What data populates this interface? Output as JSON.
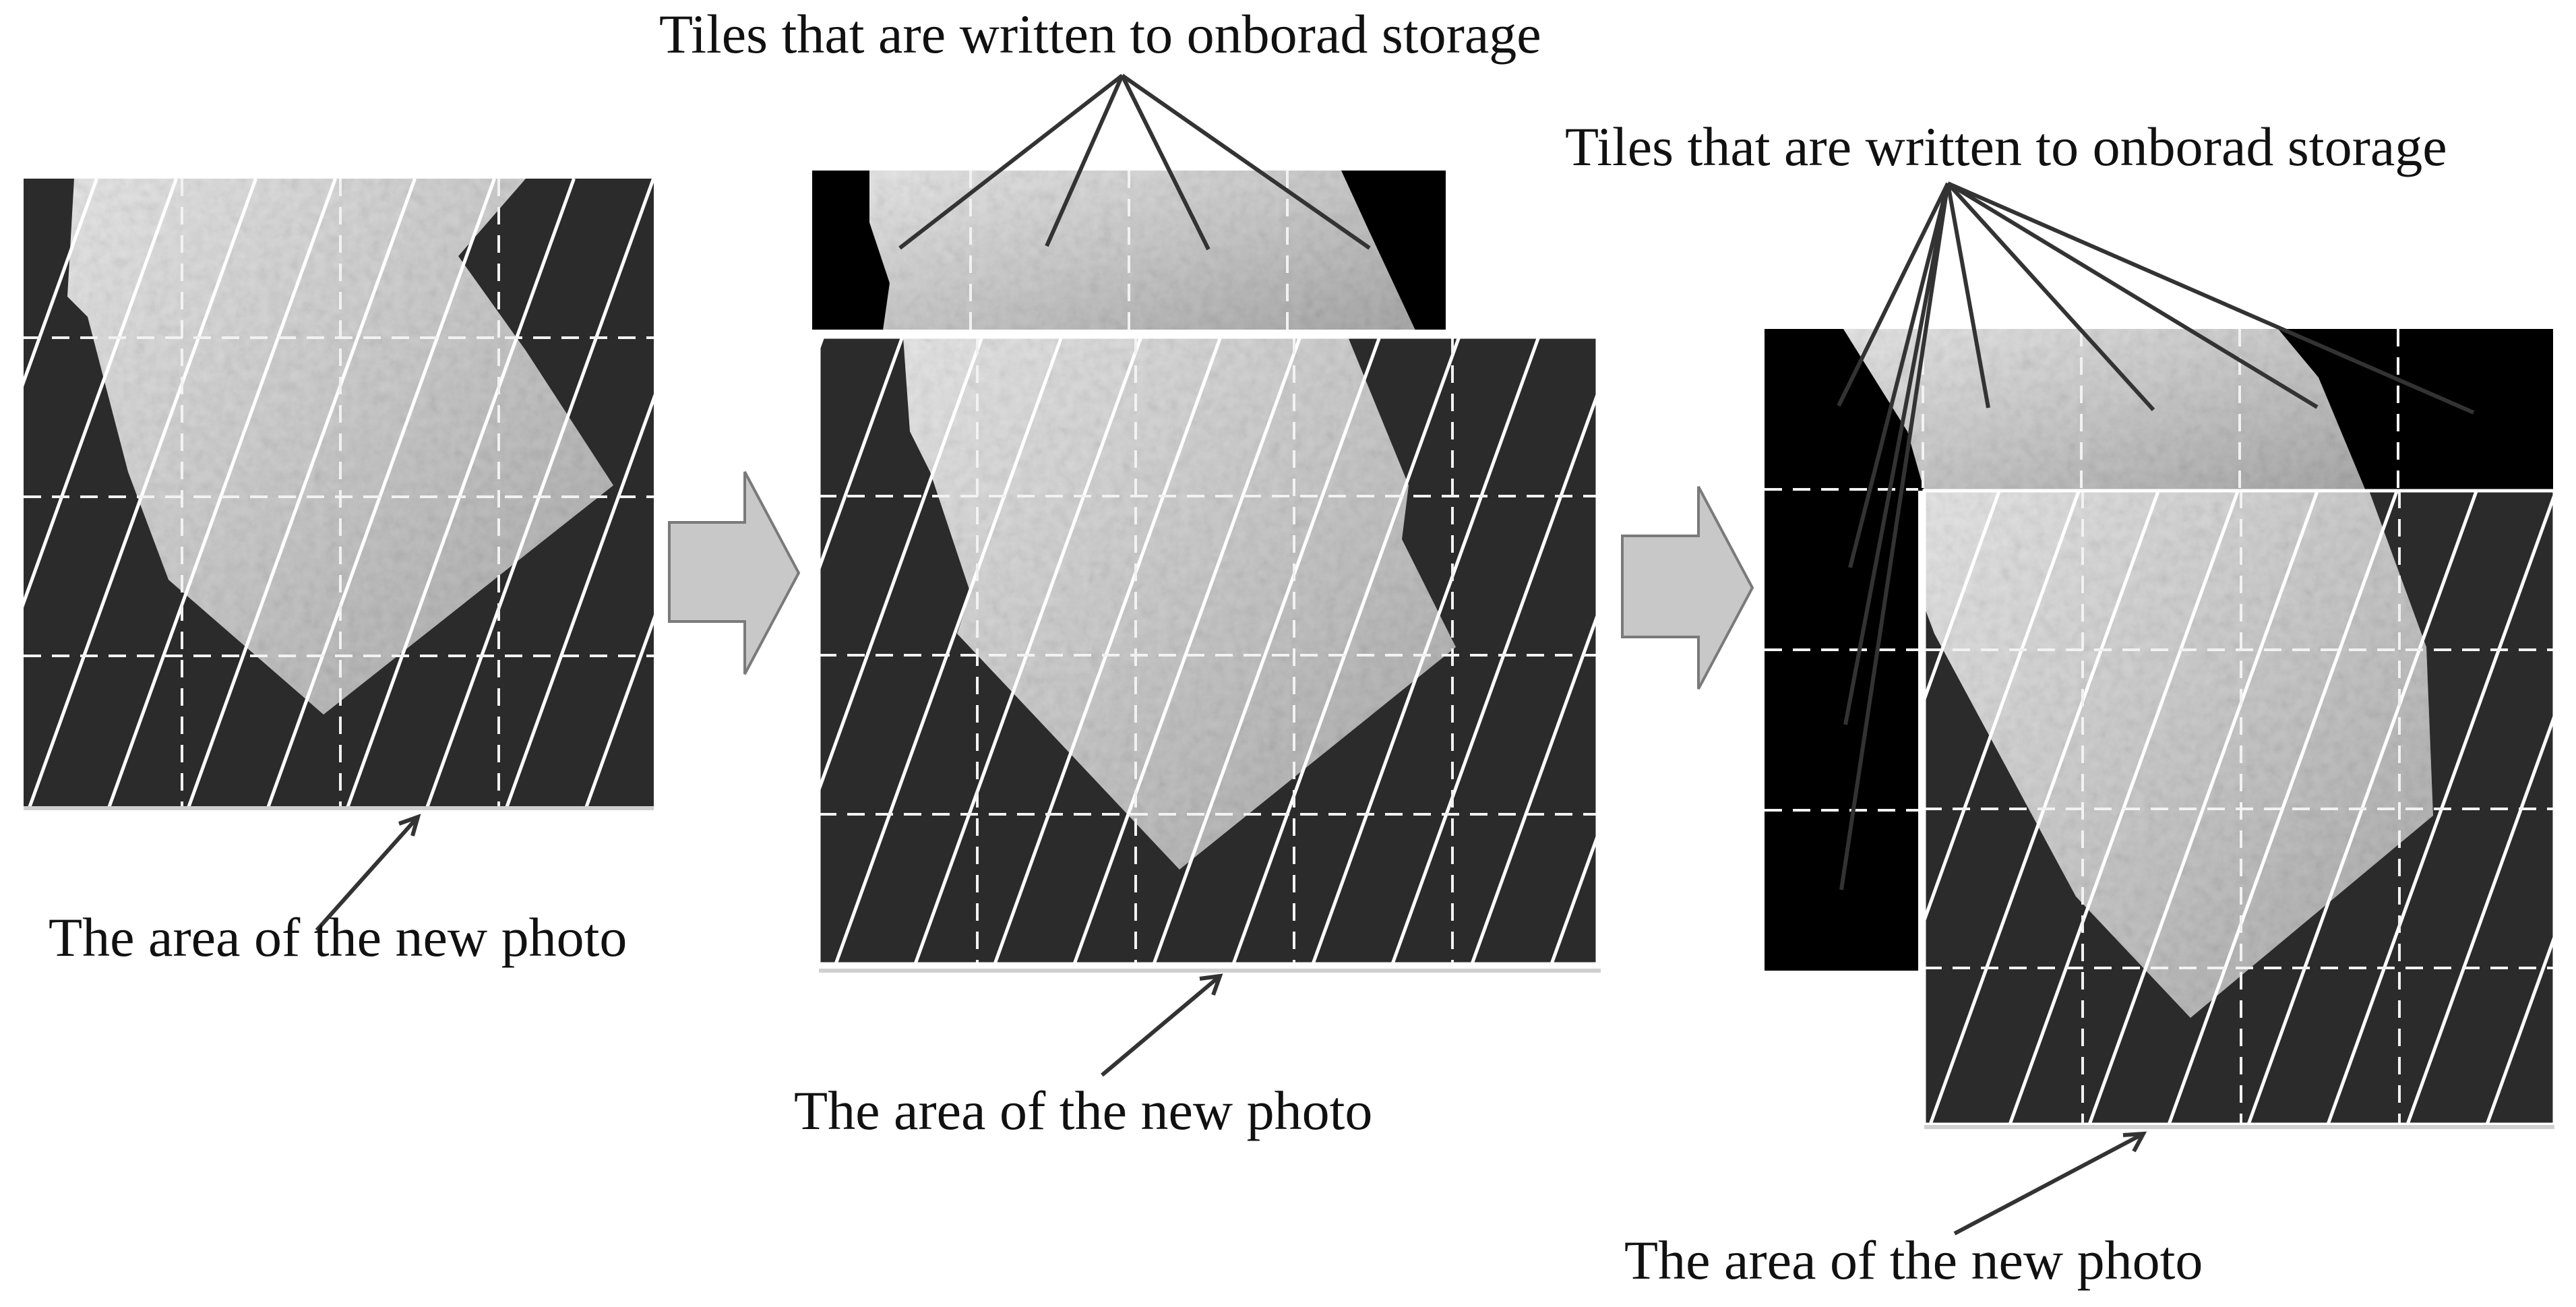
{
  "panels": [
    {
      "id": "panel-1",
      "area_label": "The area of the new photo",
      "stored_label": ""
    },
    {
      "id": "panel-2",
      "area_label": "The area of the new photo",
      "stored_label": "Tiles that are written to onborad storage"
    },
    {
      "id": "panel-3",
      "area_label": "The area of the new photo",
      "stored_label": "Tiles that are written to onborad storage"
    }
  ],
  "arrows": [
    {
      "name": "step-arrow-1"
    },
    {
      "name": "step-arrow-2"
    }
  ],
  "colors": {
    "background": "#ffffff",
    "grid_area": "#2b2b2b",
    "stored_area": "#000000",
    "photo_light": "#d9d9d9",
    "photo_mid": "#b4b4b4",
    "hatch": "#ffffff",
    "arrow_fill": "#c8c8c8",
    "arrow_stroke": "#7a7a7a",
    "leader_line": "#333333"
  }
}
